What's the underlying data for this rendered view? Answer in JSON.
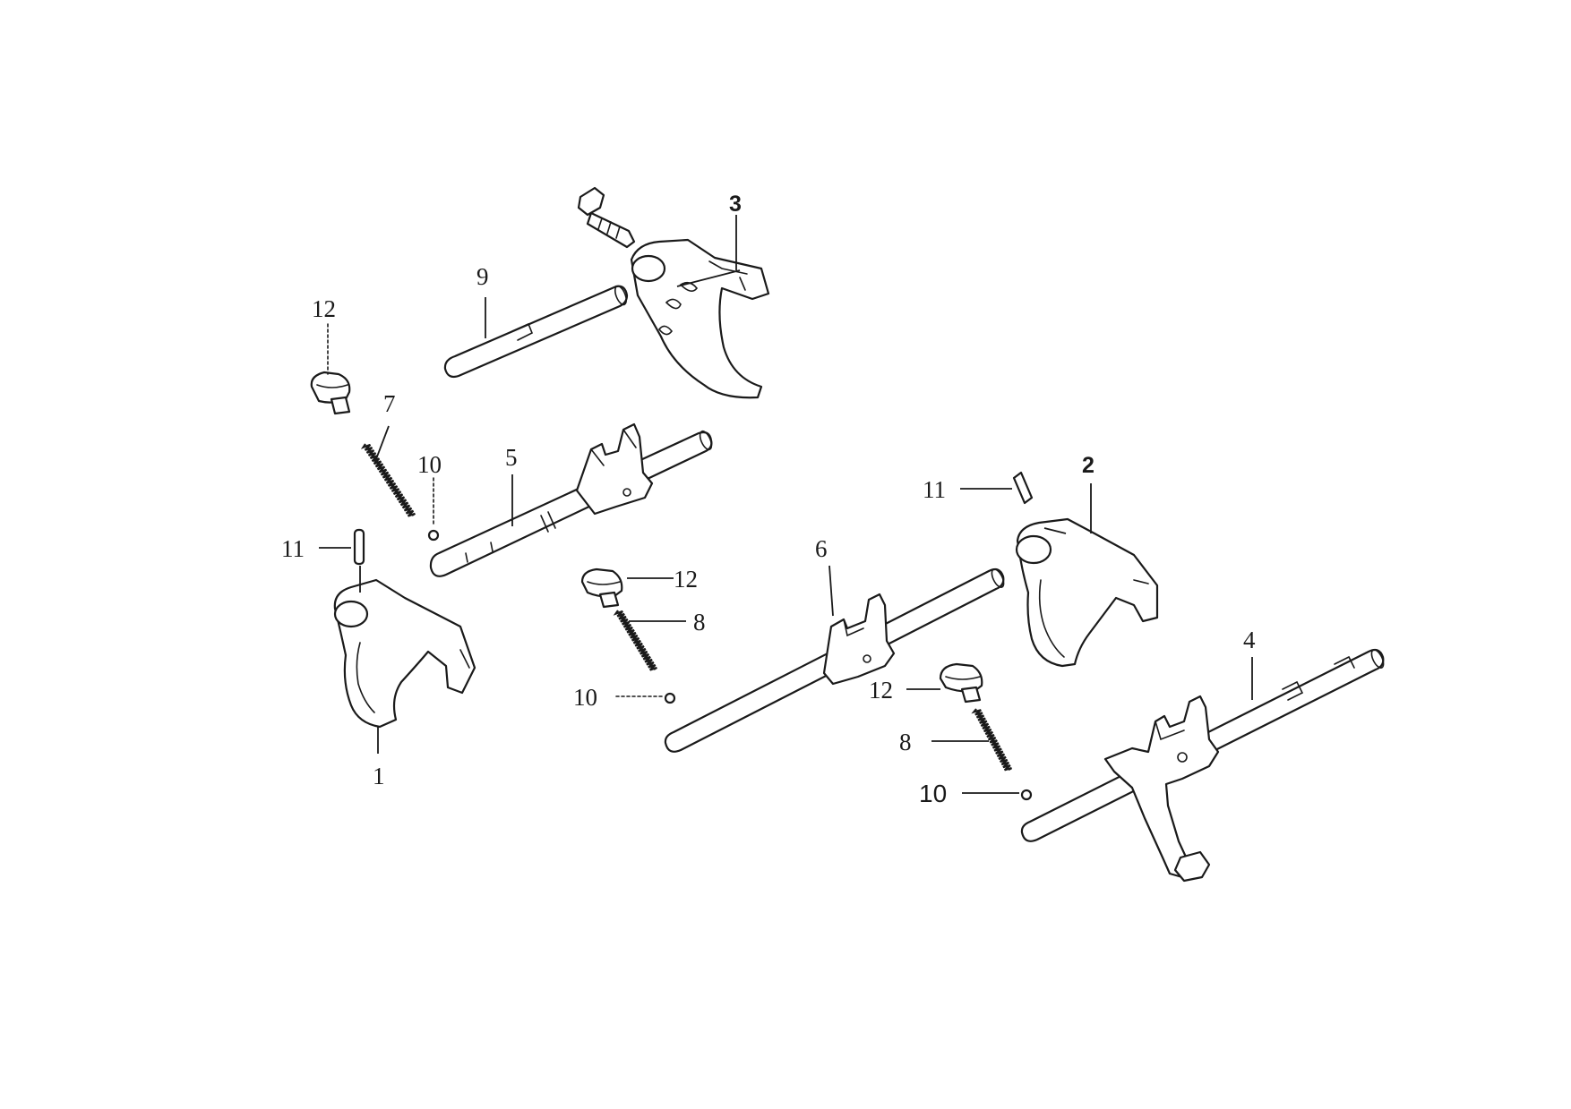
{
  "callouts": {
    "c1": "1",
    "c2": "2",
    "c3": "3",
    "c4": "4",
    "c5": "5",
    "c6": "6",
    "c7": "7",
    "c8a": "8",
    "c8b": "8",
    "c9": "9",
    "c10a": "10",
    "c10b": "10",
    "c10c": "10",
    "c11a": "11",
    "c11b": "11",
    "c12a": "12",
    "c12b": "12",
    "c12c": "12"
  }
}
